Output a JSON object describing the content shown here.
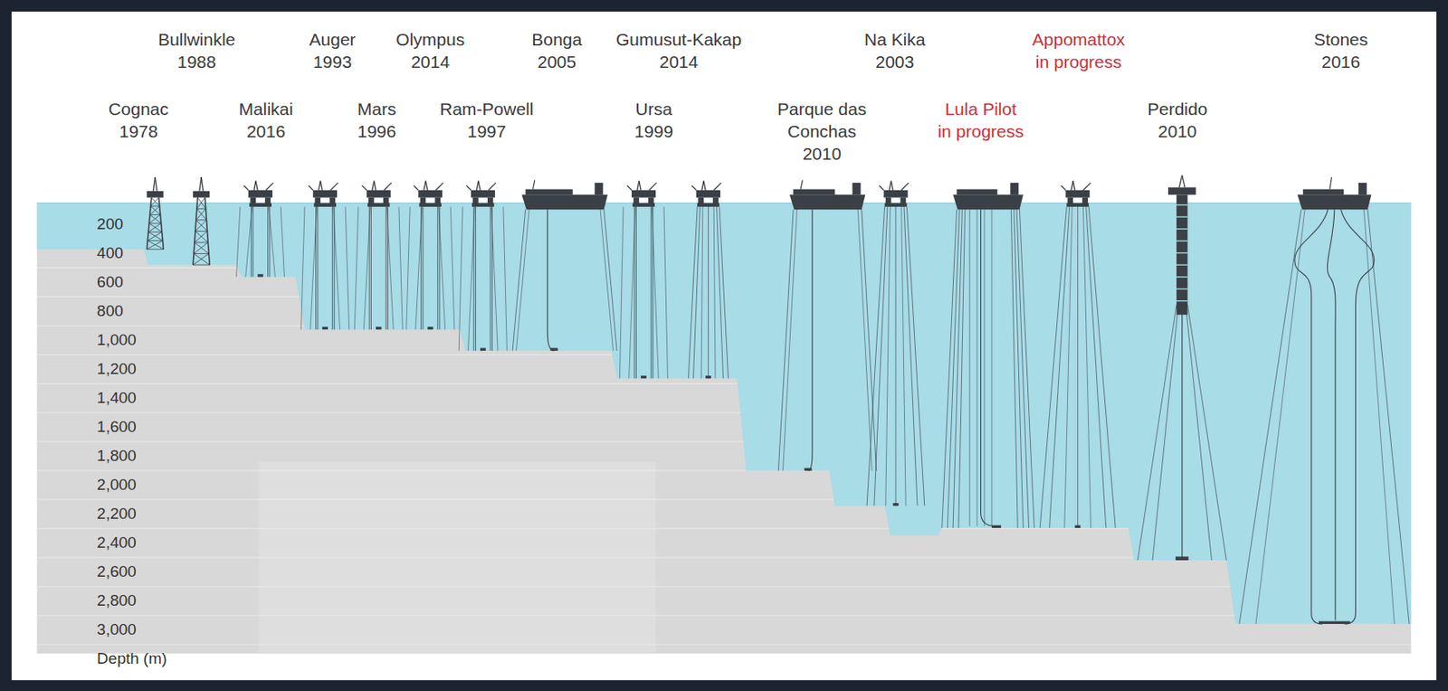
{
  "diagram": {
    "labels": [
      "Bullwinkle 1988",
      "Auger 1993",
      "Olympus 2014",
      "Bonga 2005",
      "Gumusut-Kakap 2014",
      "Na Kika 2003",
      "Appomattox in progress",
      "Stones 2016",
      "Cognac 1978",
      "Malikai 2016",
      "Mars 1996",
      "Ram-Powell 1997",
      "Ursa 1999",
      "Parque das Conchas 2010",
      "Lula Pilot in progress",
      "Perdido 2010",
      "200",
      "400",
      "600",
      "800",
      "1,000",
      "1,200",
      "1,400",
      "1,600",
      "1,800",
      "2,000",
      "2,200",
      "2,400",
      "2,600",
      "2,800",
      "3,000",
      "Depth (m)"
    ]
  }
}
